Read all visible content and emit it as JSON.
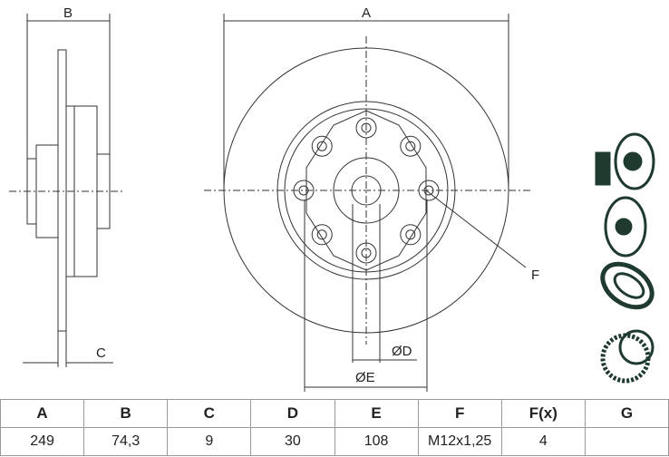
{
  "labels": {
    "A": "A",
    "B": "B",
    "C": "C",
    "D": "ØD",
    "E": "ØE",
    "F": "F"
  },
  "table": {
    "headers": [
      "A",
      "B",
      "C",
      "D",
      "E",
      "F",
      "F(x)",
      "G"
    ],
    "values": [
      "249",
      "74,3",
      "9",
      "30",
      "108",
      "M12x1,25",
      "4",
      ""
    ]
  },
  "icons": [
    "cleaning-spray-disc-icon",
    "brake-disc-icon",
    "ball-bearing-icon",
    "abs-ring-icon"
  ],
  "colors": {
    "line": "#333333",
    "icon": "#1f3a2e"
  }
}
